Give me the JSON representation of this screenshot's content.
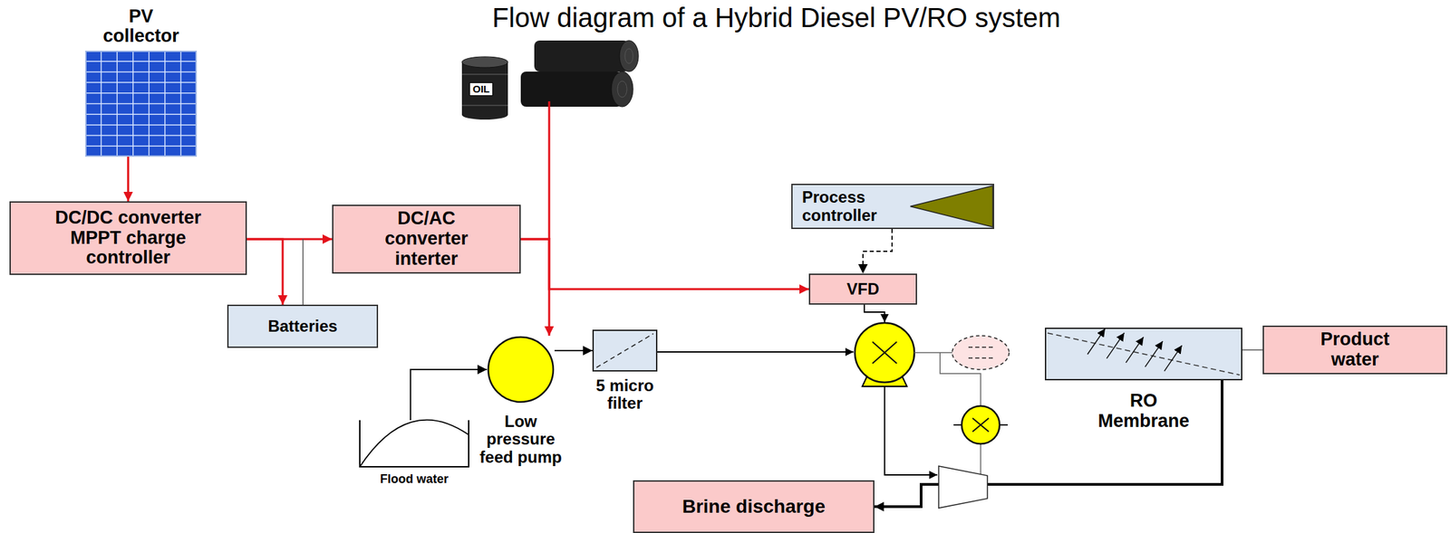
{
  "diagram": {
    "title": "Flow diagram of a Hybrid Diesel PV/RO system",
    "nodes": [
      {
        "text": [
          "PV collector"
        ]
      },
      {
        "text": [
          "DC/DC converter MPPT charge controller"
        ]
      },
      {
        "text": [
          "DC/AC converter interter"
        ]
      },
      {
        "text": [
          "Process controller"
        ]
      },
      {
        "text": [
          "Batteries"
        ]
      },
      {
        "text": [
          "VFD"
        ]
      },
      {
        "text": [
          "RO Membrane"
        ]
      },
      {
        "text": [
          "Product water"
        ]
      },
      {
        "text": [
          "Low pressure feed pump"
        ]
      },
      {
        "text": [
          "5 micro filter"
        ]
      },
      {
        "text": [
          "Flood water"
        ]
      },
      {
        "text": [
          "Brine discharge"
        ]
      }
    ],
    "edges": [
      {
        "from": 0,
        "to": 1,
        "arrow": "to"
      },
      {
        "from": 1,
        "to": 2,
        "arrow": "to"
      },
      {
        "from": 1,
        "to": 4,
        "arrow": "to"
      },
      {
        "from": 2,
        "to": 8,
        "arrow": "to"
      },
      {
        "from": 2,
        "to": 5,
        "arrow": "to"
      },
      {
        "from": 3,
        "to": 5,
        "arrow": "to"
      },
      {
        "from": 10,
        "to": 8,
        "arrow": "to"
      },
      {
        "from": 8,
        "to": 9,
        "arrow": "to"
      },
      {
        "from": 6,
        "to": 7,
        "arrow": "none"
      },
      {
        "from": 6,
        "to": 11,
        "arrow": "to"
      }
    ],
    "labels": [
      "OIL"
    ]
  }
}
